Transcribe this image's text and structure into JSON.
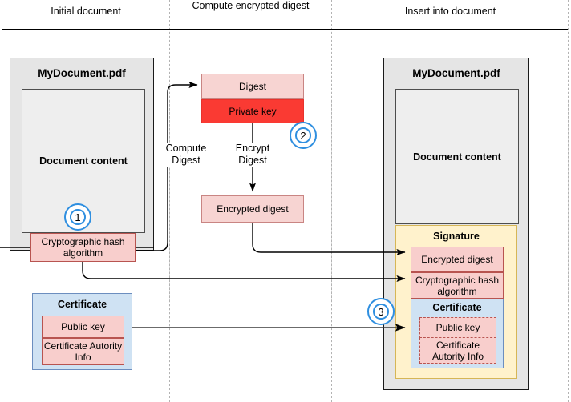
{
  "lanes": [
    {
      "label": "Initial document"
    },
    {
      "label": "Compute encrypted digest"
    },
    {
      "label": "Insert into document"
    }
  ],
  "left": {
    "document": {
      "title": "MyDocument.pdf",
      "content_label": "Document content"
    },
    "hash_box": "Cryptographic hash algorithm",
    "certificate": {
      "header": "Certificate",
      "public_key": "Public key",
      "ca_info": "Certificate Autority Info"
    }
  },
  "middle": {
    "digest": "Digest",
    "private_key": "Private key",
    "encrypted_digest": "Encrypted digest",
    "compute_label": "Compute Digest",
    "encrypt_label": "Encrypt Digest"
  },
  "right": {
    "document": {
      "title": "MyDocument.pdf",
      "content_label": "Document content"
    },
    "signature": {
      "header": "Signature",
      "encrypted_digest": "Encrypted digest",
      "hash_algorithm": "Cryptographic hash algorithm",
      "certificate": {
        "header": "Certificate",
        "public_key": "Public key",
        "ca_info": "Certificate Autority Info"
      }
    }
  },
  "badges": [
    {
      "number": "1"
    },
    {
      "number": "2"
    },
    {
      "number": "3"
    }
  ],
  "colors": {
    "pink_fill": "#f8cecc",
    "pink_stroke": "#b85450",
    "red_fill": "#fa3a33",
    "blue_fill": "#cfe2f3",
    "blue_stroke": "#6c8ebf",
    "yellow_fill": "#fff2cc",
    "yellow_stroke": "#d6b656",
    "doc_fill": "#e5e5e5",
    "badge_accent": "#2f8fe0"
  }
}
